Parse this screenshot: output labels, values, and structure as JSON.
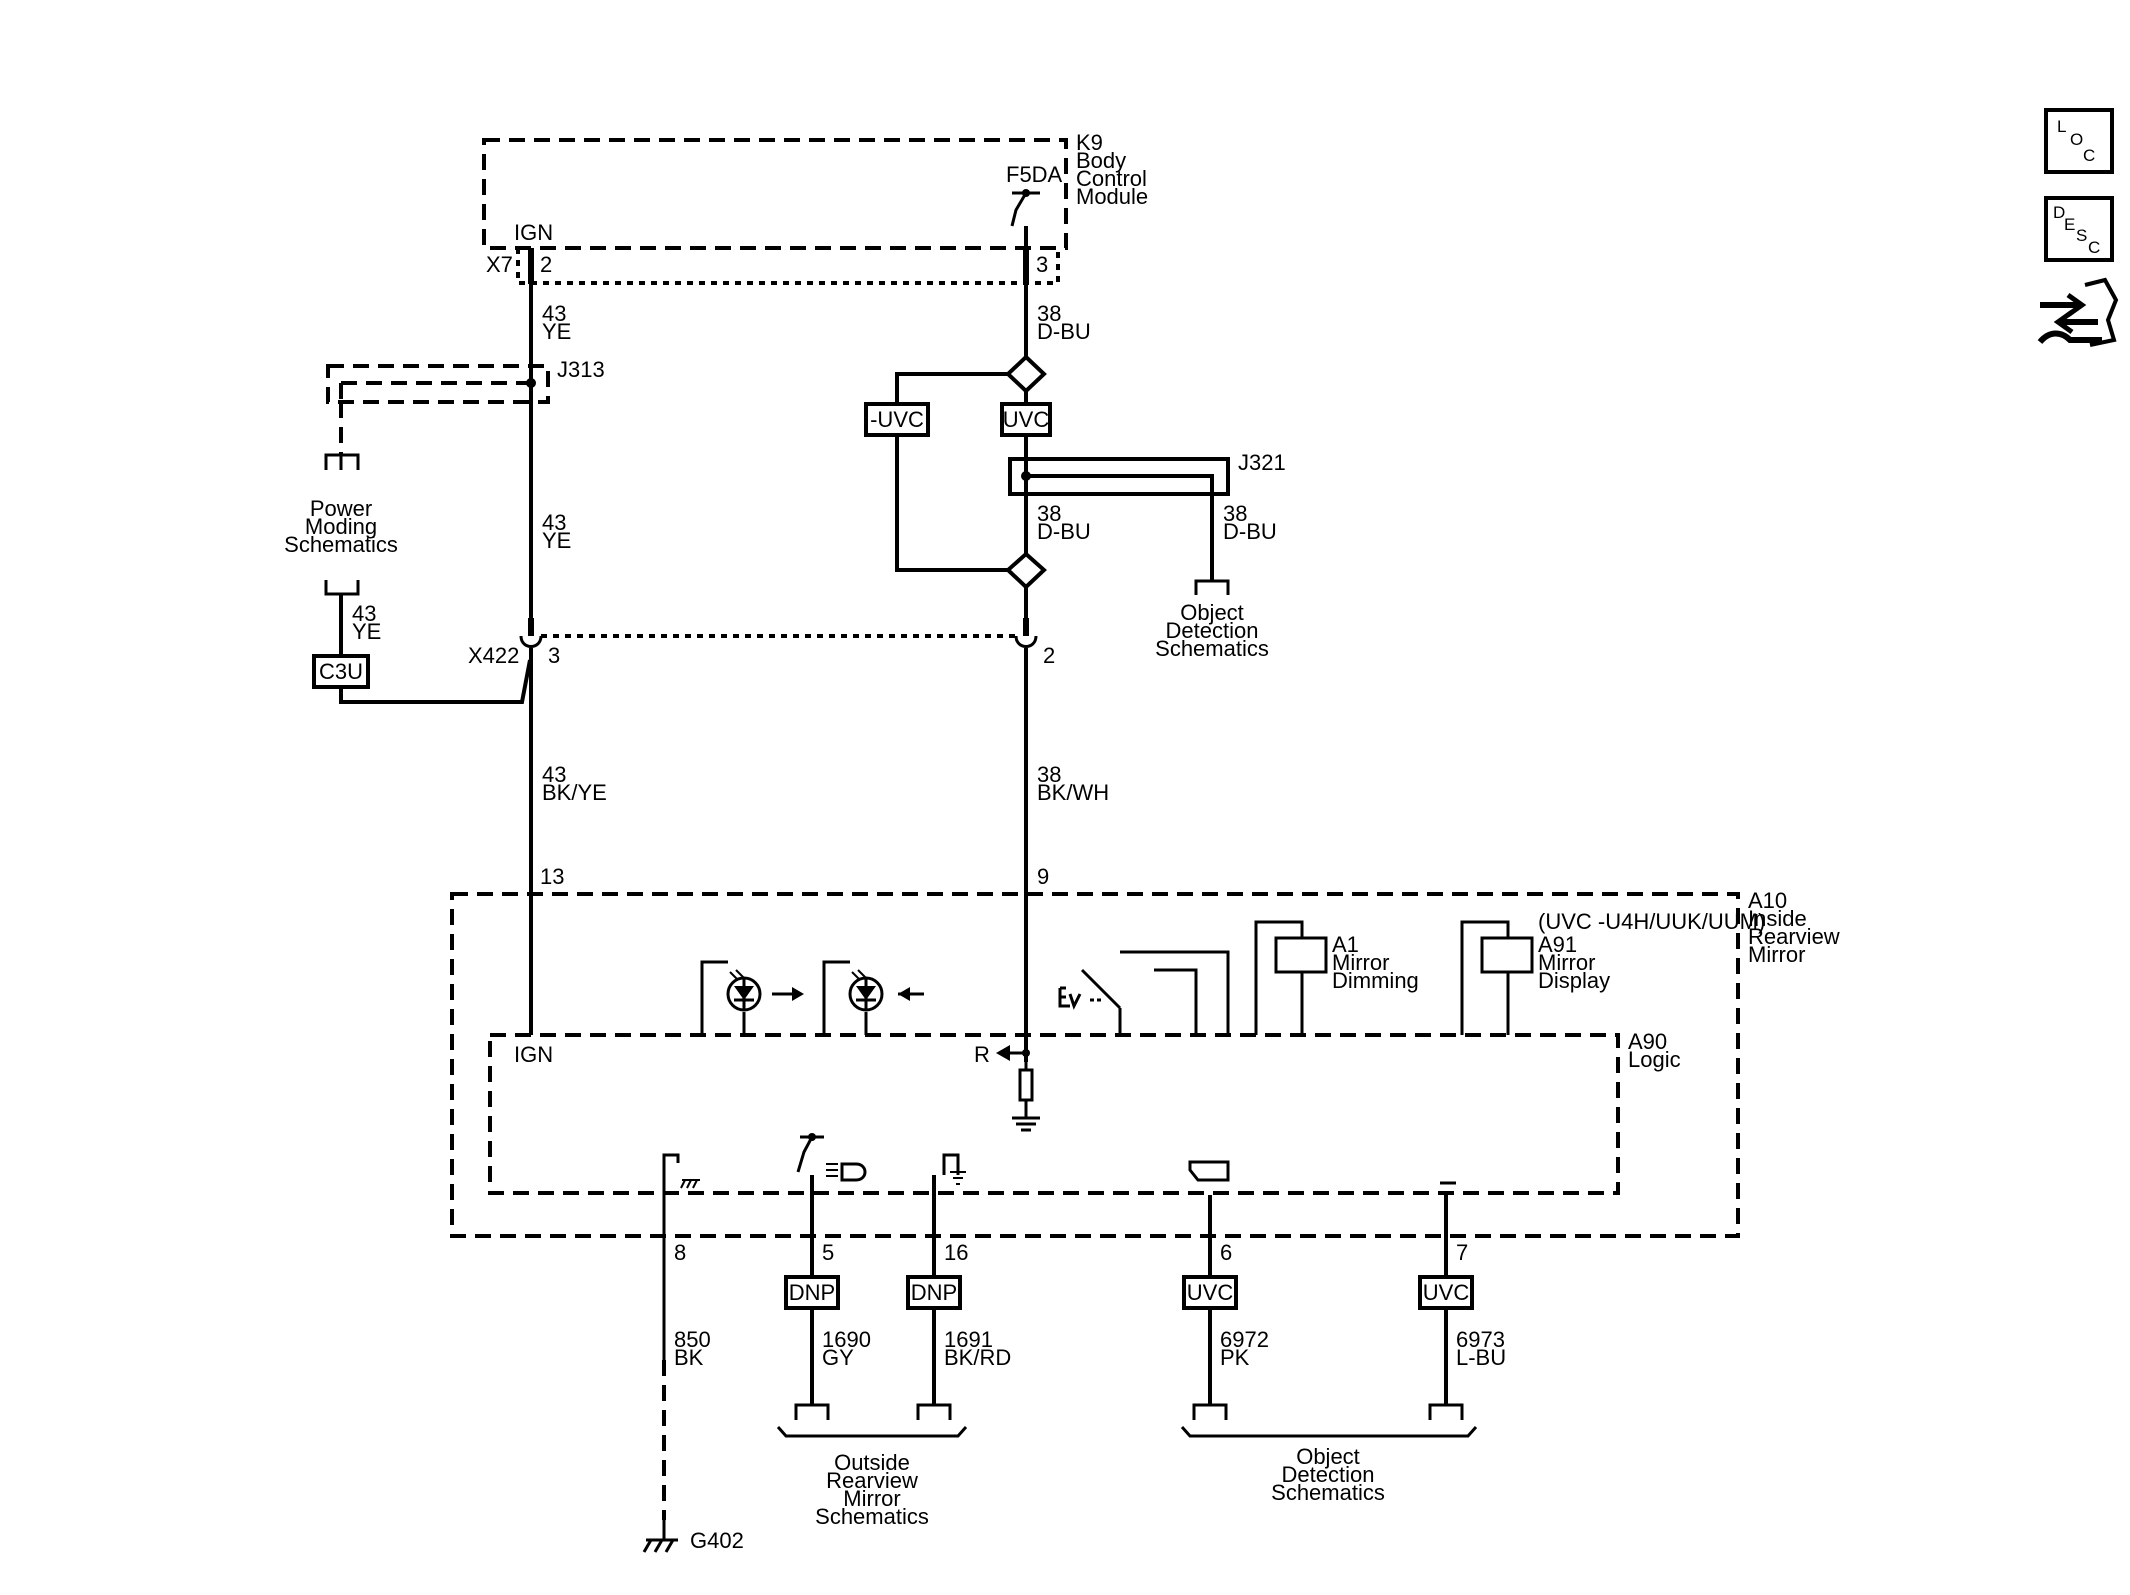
{
  "side_icons": [
    {
      "name": "loc-icon",
      "letters": [
        "L",
        "O",
        "C"
      ]
    },
    {
      "name": "desc-icon",
      "letters": [
        "D",
        "E",
        "S",
        "C"
      ]
    },
    {
      "name": "diagnostic-connector-icon"
    }
  ],
  "k9": {
    "fuse": "F5DA",
    "lines": [
      "K9",
      "Body",
      "Control",
      "Module"
    ],
    "pin_label": "IGN",
    "connector": "X7",
    "pin_left": "2",
    "pin_right": "3"
  },
  "wires": {
    "ign_top": [
      "43",
      "YE"
    ],
    "ign_mid": [
      "43",
      "YE"
    ],
    "ign_branch": [
      "43",
      "YE"
    ],
    "ign_bottom": [
      "43",
      "BK/YE"
    ],
    "r_top": [
      "38",
      "D-BU"
    ],
    "r_mid": [
      "38",
      "D-BU"
    ],
    "r_branch": [
      "38",
      "D-BU"
    ],
    "r_bottom": [
      "38",
      "BK/WH"
    ],
    "w850": [
      "850",
      "BK"
    ],
    "w1690": [
      "1690",
      "GY"
    ],
    "w1691": [
      "1691",
      "BK/RD"
    ],
    "w6972": [
      "6972",
      "PK"
    ],
    "w6973": [
      "6973",
      "L-BU"
    ]
  },
  "splices": {
    "j313": "J313",
    "j321": "J321"
  },
  "options": {
    "uvc_neg": "-UVC",
    "uvc": "UVC",
    "c3u": "C3U",
    "dnp": "DNP"
  },
  "references": {
    "power_moding": [
      "Power",
      "Moding",
      "Schematics"
    ],
    "object_detection": [
      "Object",
      "Detection",
      "Schematics"
    ],
    "outside_mirror": [
      "Outside",
      "Rearview",
      "Mirror",
      "Schematics"
    ]
  },
  "x422": {
    "connector": "X422",
    "pin_ign": "3",
    "pin_r": "2"
  },
  "a10": {
    "lines": [
      "A10",
      "Inside",
      "Rearview",
      "Mirror"
    ],
    "pin_ign": "13",
    "pin_r": "9",
    "uvc_note": "(UVC -U4H/UUK/UUM)",
    "a1": [
      "A1",
      "Mirror",
      "Dimming"
    ],
    "a91": [
      "A91",
      "Mirror",
      "Display"
    ],
    "a90": [
      "A90",
      "Logic"
    ],
    "ign_label": "IGN",
    "r_label": "R",
    "bottom_pins": [
      "8",
      "5",
      "16",
      "6",
      "7"
    ]
  },
  "ground": {
    "label": "G402"
  }
}
